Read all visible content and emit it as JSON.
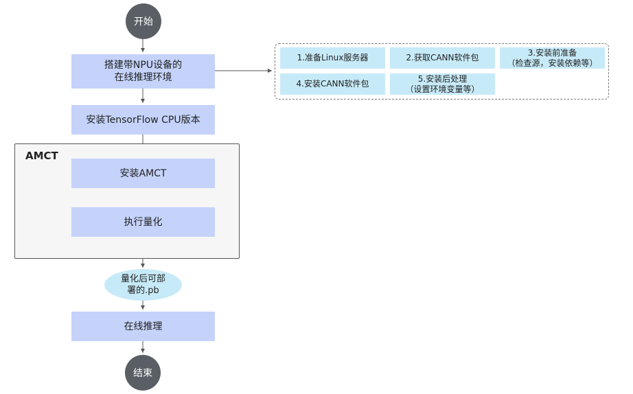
{
  "start": "开始",
  "end": "结束",
  "steps": {
    "build_env": "搭建带NPU设备的\n在线推理环境",
    "install_tf": "安装TensorFlow CPU版本",
    "install_amct": "安装AMCT",
    "quantize": "执行量化",
    "inference": "在线推理"
  },
  "group_title": "AMCT",
  "output_file": "量化后可部\n署的.pb",
  "env_substeps": [
    "1.准备Linux服务器",
    "2.获取CANN软件包",
    "3.安装前准备\n（检查源，安装依赖等）",
    "4.安装CANN软件包",
    "5.安装后处理\n（设置环境变量等）"
  ]
}
